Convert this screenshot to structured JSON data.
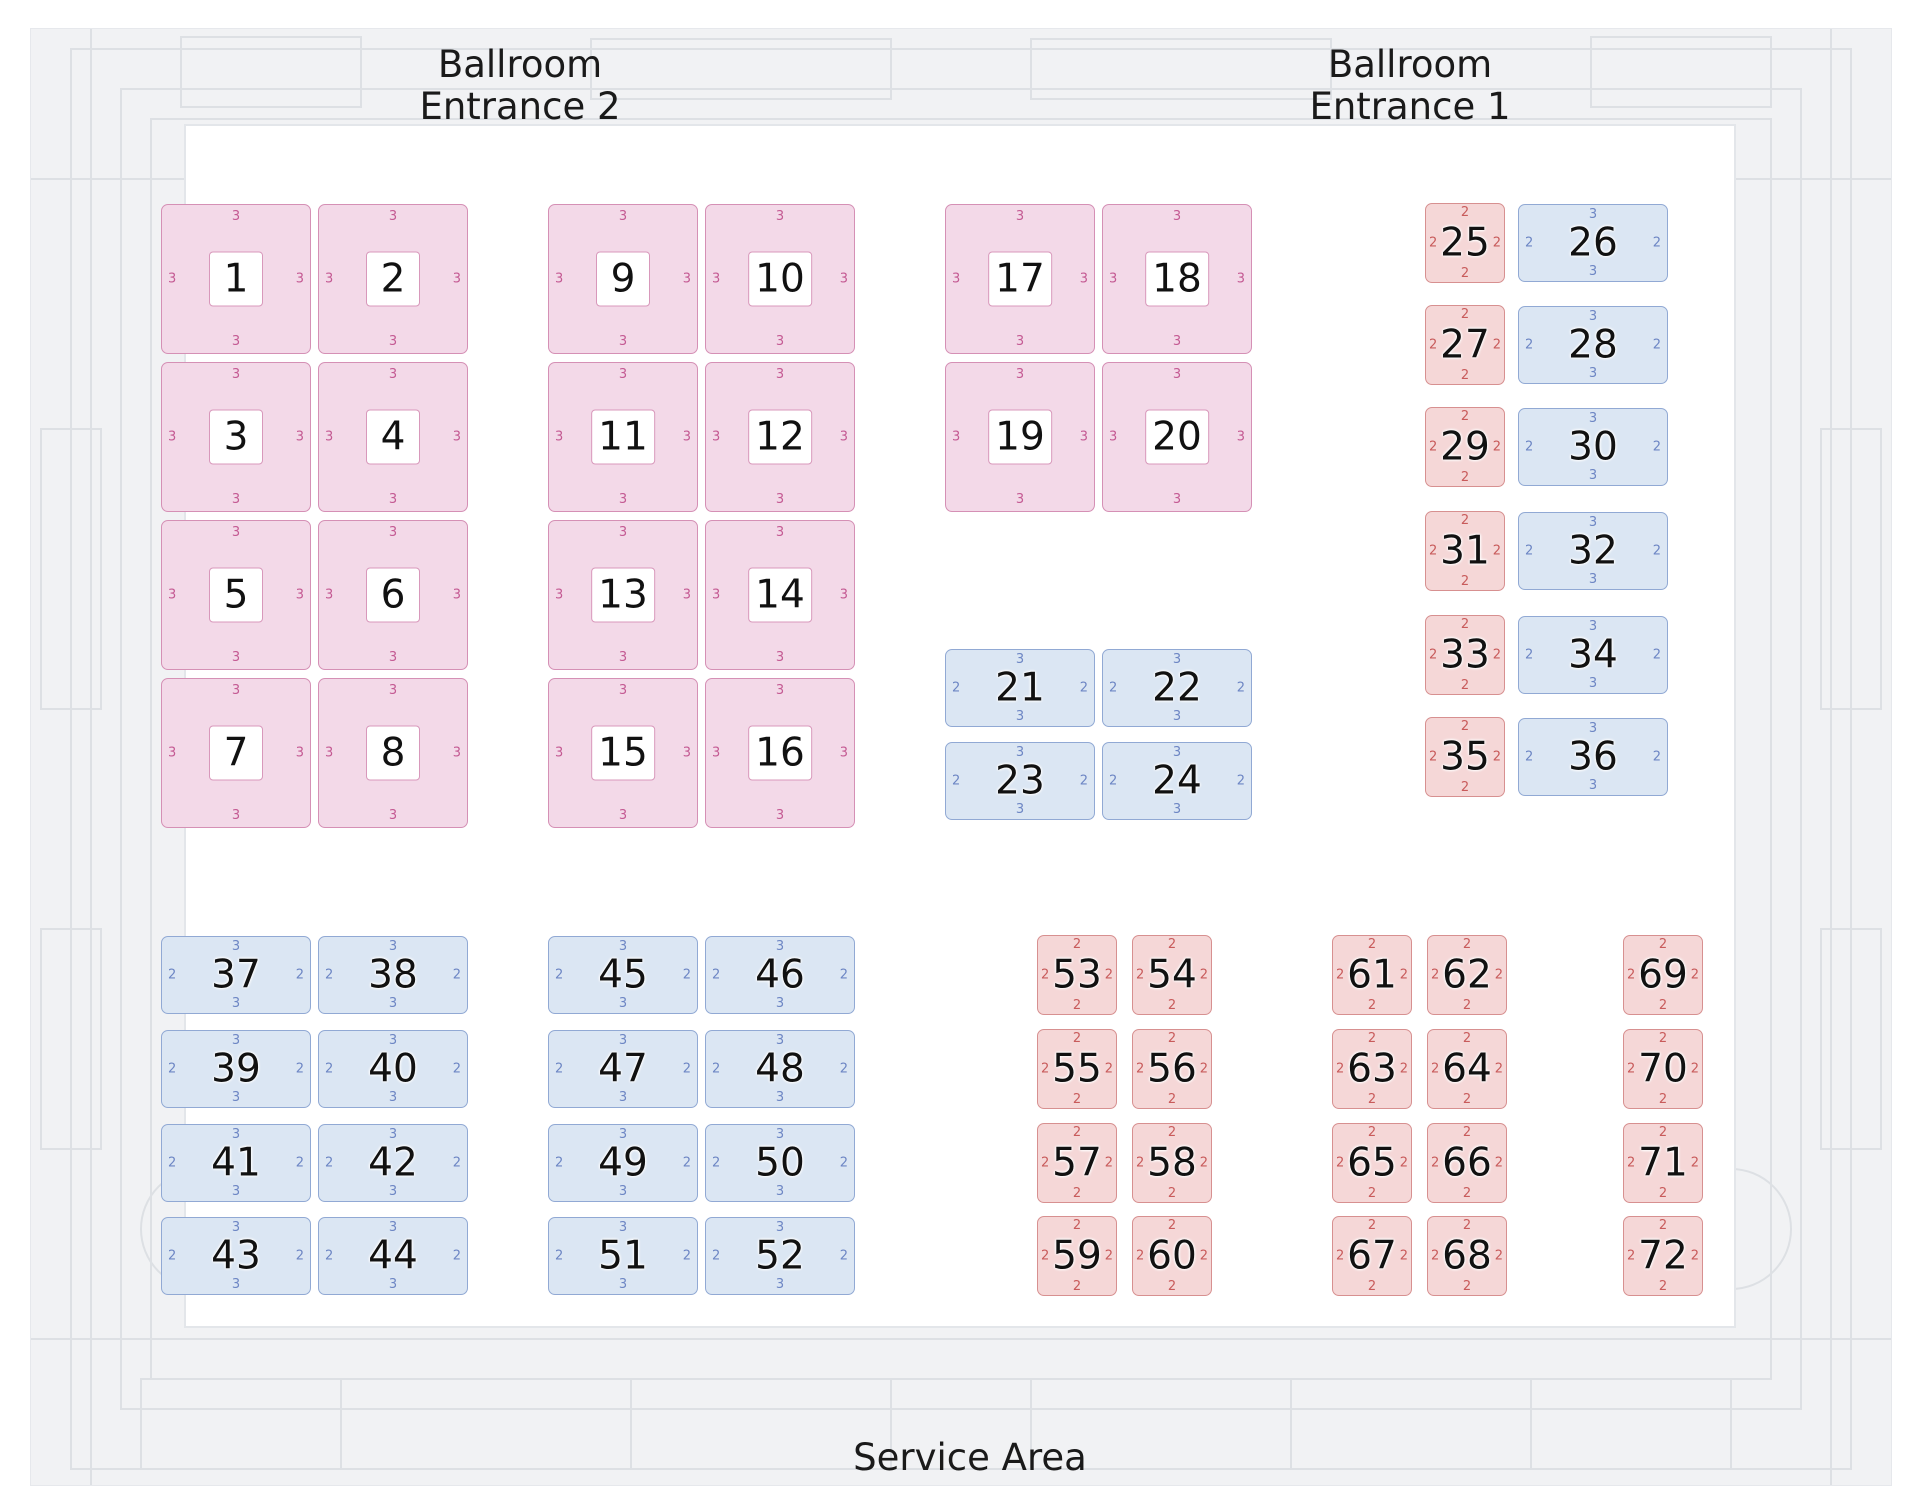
{
  "labels": {
    "entrance_2": "Ballroom\nEntrance 2",
    "entrance_1": "Ballroom\nEntrance 1",
    "service_area": "Service Area"
  },
  "colors": {
    "pink_fill": "#f3d9e8",
    "blue_fill": "#dbe6f3",
    "red_fill": "#f5d7d7"
  },
  "booths": [
    {
      "id": "1",
      "type": "pink",
      "sides": [
        "3",
        "3",
        "3",
        "3"
      ]
    },
    {
      "id": "2",
      "type": "pink",
      "sides": [
        "3",
        "3",
        "3",
        "3"
      ]
    },
    {
      "id": "3",
      "type": "pink",
      "sides": [
        "3",
        "3",
        "3",
        "3"
      ]
    },
    {
      "id": "4",
      "type": "pink",
      "sides": [
        "3",
        "3",
        "3",
        "3"
      ]
    },
    {
      "id": "5",
      "type": "pink",
      "sides": [
        "3",
        "3",
        "3",
        "3"
      ]
    },
    {
      "id": "6",
      "type": "pink",
      "sides": [
        "3",
        "3",
        "3",
        "3"
      ]
    },
    {
      "id": "7",
      "type": "pink",
      "sides": [
        "3",
        "3",
        "3",
        "3"
      ]
    },
    {
      "id": "8",
      "type": "pink",
      "sides": [
        "3",
        "3",
        "3",
        "3"
      ]
    },
    {
      "id": "9",
      "type": "pink",
      "sides": [
        "3",
        "3",
        "3",
        "3"
      ]
    },
    {
      "id": "10",
      "type": "pink",
      "sides": [
        "3",
        "3",
        "3",
        "3"
      ]
    },
    {
      "id": "11",
      "type": "pink",
      "sides": [
        "3",
        "3",
        "3",
        "3"
      ]
    },
    {
      "id": "12",
      "type": "pink",
      "sides": [
        "3",
        "3",
        "3",
        "3"
      ]
    },
    {
      "id": "13",
      "type": "pink",
      "sides": [
        "3",
        "3",
        "3",
        "3"
      ]
    },
    {
      "id": "14",
      "type": "pink",
      "sides": [
        "3",
        "3",
        "3",
        "3"
      ]
    },
    {
      "id": "15",
      "type": "pink",
      "sides": [
        "3",
        "3",
        "3",
        "3"
      ]
    },
    {
      "id": "16",
      "type": "pink",
      "sides": [
        "3",
        "3",
        "3",
        "3"
      ]
    },
    {
      "id": "17",
      "type": "pink",
      "sides": [
        "3",
        "3",
        "3",
        "3"
      ]
    },
    {
      "id": "18",
      "type": "pink",
      "sides": [
        "3",
        "3",
        "3",
        "3"
      ]
    },
    {
      "id": "19",
      "type": "pink",
      "sides": [
        "3",
        "3",
        "3",
        "3"
      ]
    },
    {
      "id": "20",
      "type": "pink",
      "sides": [
        "3",
        "3",
        "3",
        "3"
      ]
    },
    {
      "id": "21",
      "type": "blue",
      "sides": [
        "3",
        "2",
        "3",
        "2"
      ]
    },
    {
      "id": "22",
      "type": "blue",
      "sides": [
        "3",
        "2",
        "3",
        "2"
      ]
    },
    {
      "id": "23",
      "type": "blue",
      "sides": [
        "3",
        "2",
        "3",
        "2"
      ]
    },
    {
      "id": "24",
      "type": "blue",
      "sides": [
        "3",
        "2",
        "3",
        "2"
      ]
    },
    {
      "id": "25",
      "type": "red",
      "sides": [
        "2",
        "2",
        "2",
        "2"
      ]
    },
    {
      "id": "26",
      "type": "blue",
      "sides": [
        "3",
        "2",
        "3",
        "2"
      ]
    },
    {
      "id": "27",
      "type": "red",
      "sides": [
        "2",
        "2",
        "2",
        "2"
      ]
    },
    {
      "id": "28",
      "type": "blue",
      "sides": [
        "3",
        "2",
        "3",
        "2"
      ]
    },
    {
      "id": "29",
      "type": "red",
      "sides": [
        "2",
        "2",
        "2",
        "2"
      ]
    },
    {
      "id": "30",
      "type": "blue",
      "sides": [
        "3",
        "2",
        "3",
        "2"
      ]
    },
    {
      "id": "31",
      "type": "red",
      "sides": [
        "2",
        "2",
        "2",
        "2"
      ]
    },
    {
      "id": "32",
      "type": "blue",
      "sides": [
        "3",
        "2",
        "3",
        "2"
      ]
    },
    {
      "id": "33",
      "type": "red",
      "sides": [
        "2",
        "2",
        "2",
        "2"
      ]
    },
    {
      "id": "34",
      "type": "blue",
      "sides": [
        "3",
        "2",
        "3",
        "2"
      ]
    },
    {
      "id": "35",
      "type": "red",
      "sides": [
        "2",
        "2",
        "2",
        "2"
      ]
    },
    {
      "id": "36",
      "type": "blue",
      "sides": [
        "3",
        "2",
        "3",
        "2"
      ]
    },
    {
      "id": "37",
      "type": "blue",
      "sides": [
        "3",
        "2",
        "3",
        "2"
      ]
    },
    {
      "id": "38",
      "type": "blue",
      "sides": [
        "3",
        "2",
        "3",
        "2"
      ]
    },
    {
      "id": "39",
      "type": "blue",
      "sides": [
        "3",
        "2",
        "3",
        "2"
      ]
    },
    {
      "id": "40",
      "type": "blue",
      "sides": [
        "3",
        "2",
        "3",
        "2"
      ]
    },
    {
      "id": "41",
      "type": "blue",
      "sides": [
        "3",
        "2",
        "3",
        "2"
      ]
    },
    {
      "id": "42",
      "type": "blue",
      "sides": [
        "3",
        "2",
        "3",
        "2"
      ]
    },
    {
      "id": "43",
      "type": "blue",
      "sides": [
        "3",
        "2",
        "3",
        "2"
      ]
    },
    {
      "id": "44",
      "type": "blue",
      "sides": [
        "3",
        "2",
        "3",
        "2"
      ]
    },
    {
      "id": "45",
      "type": "blue",
      "sides": [
        "3",
        "2",
        "3",
        "2"
      ]
    },
    {
      "id": "46",
      "type": "blue",
      "sides": [
        "3",
        "2",
        "3",
        "2"
      ]
    },
    {
      "id": "47",
      "type": "blue",
      "sides": [
        "3",
        "2",
        "3",
        "2"
      ]
    },
    {
      "id": "48",
      "type": "blue",
      "sides": [
        "3",
        "2",
        "3",
        "2"
      ]
    },
    {
      "id": "49",
      "type": "blue",
      "sides": [
        "3",
        "2",
        "3",
        "2"
      ]
    },
    {
      "id": "50",
      "type": "blue",
      "sides": [
        "3",
        "2",
        "3",
        "2"
      ]
    },
    {
      "id": "51",
      "type": "blue",
      "sides": [
        "3",
        "2",
        "3",
        "2"
      ]
    },
    {
      "id": "52",
      "type": "blue",
      "sides": [
        "3",
        "2",
        "3",
        "2"
      ]
    },
    {
      "id": "53",
      "type": "red",
      "sides": [
        "2",
        "2",
        "2",
        "2"
      ]
    },
    {
      "id": "54",
      "type": "red",
      "sides": [
        "2",
        "2",
        "2",
        "2"
      ]
    },
    {
      "id": "55",
      "type": "red",
      "sides": [
        "2",
        "2",
        "2",
        "2"
      ]
    },
    {
      "id": "56",
      "type": "red",
      "sides": [
        "2",
        "2",
        "2",
        "2"
      ]
    },
    {
      "id": "57",
      "type": "red",
      "sides": [
        "2",
        "2",
        "2",
        "2"
      ]
    },
    {
      "id": "58",
      "type": "red",
      "sides": [
        "2",
        "2",
        "2",
        "2"
      ]
    },
    {
      "id": "59",
      "type": "red",
      "sides": [
        "2",
        "2",
        "2",
        "2"
      ]
    },
    {
      "id": "60",
      "type": "red",
      "sides": [
        "2",
        "2",
        "2",
        "2"
      ]
    },
    {
      "id": "61",
      "type": "red",
      "sides": [
        "2",
        "2",
        "2",
        "2"
      ]
    },
    {
      "id": "62",
      "type": "red",
      "sides": [
        "2",
        "2",
        "2",
        "2"
      ]
    },
    {
      "id": "63",
      "type": "red",
      "sides": [
        "2",
        "2",
        "2",
        "2"
      ]
    },
    {
      "id": "64",
      "type": "red",
      "sides": [
        "2",
        "2",
        "2",
        "2"
      ]
    },
    {
      "id": "65",
      "type": "red",
      "sides": [
        "2",
        "2",
        "2",
        "2"
      ]
    },
    {
      "id": "66",
      "type": "red",
      "sides": [
        "2",
        "2",
        "2",
        "2"
      ]
    },
    {
      "id": "67",
      "type": "red",
      "sides": [
        "2",
        "2",
        "2",
        "2"
      ]
    },
    {
      "id": "68",
      "type": "red",
      "sides": [
        "2",
        "2",
        "2",
        "2"
      ]
    },
    {
      "id": "69",
      "type": "red",
      "sides": [
        "2",
        "2",
        "2",
        "2"
      ]
    },
    {
      "id": "70",
      "type": "red",
      "sides": [
        "2",
        "2",
        "2",
        "2"
      ]
    },
    {
      "id": "71",
      "type": "red",
      "sides": [
        "2",
        "2",
        "2",
        "2"
      ]
    },
    {
      "id": "72",
      "type": "red",
      "sides": [
        "2",
        "2",
        "2",
        "2"
      ]
    }
  ]
}
